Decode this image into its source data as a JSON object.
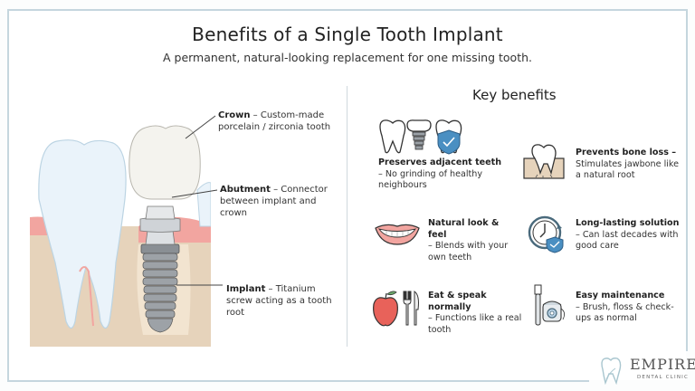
{
  "header": {
    "title": "Benefits of a Single Tooth Implant",
    "subtitle": "A permanent, natural-looking replacement for one missing tooth."
  },
  "diagram": {
    "labels": [
      {
        "term": "Crown",
        "desc": " – Custom-made porcelain / zirconia tooth"
      },
      {
        "term": "Abutment",
        "desc": " – Connector between implant and crown"
      },
      {
        "term": "Implant",
        "desc": " – Titanium screw acting as a tooth root"
      }
    ]
  },
  "benefits": {
    "title": "Key benefits",
    "items": [
      {
        "title": "Preserves adjacent teeth",
        "desc": "–  No grinding of healthy neighbours",
        "icon": "teeth-with-implant-shield-icon"
      },
      {
        "title": "Prevents bone loss –",
        "desc": "Stimulates jawbone like a natural root",
        "icon": "tooth-in-bone-icon"
      },
      {
        "title": "Natural look & feel",
        "desc": "– Blends with your own teeth",
        "icon": "smile-icon"
      },
      {
        "title": "Long-lasting solution",
        "desc": "– Can last decades with good care",
        "icon": "clock-shield-icon"
      },
      {
        "title": "Eat & speak normally",
        "desc": "– Functions like a real tooth",
        "icon": "apple-cutlery-icon"
      },
      {
        "title": "Easy maintenance",
        "desc": "– Brush, floss & check-ups as normal",
        "icon": "toothbrush-floss-icon"
      }
    ]
  },
  "logo": {
    "name": "EMPIRE",
    "tagline": "DENTAL CLINIC"
  },
  "colors": {
    "frame": "#c5d6de",
    "gum": "#f2a5a0",
    "bone": "#e6d3bb",
    "shield": "#4a8fc2",
    "apple": "#e8625a"
  }
}
